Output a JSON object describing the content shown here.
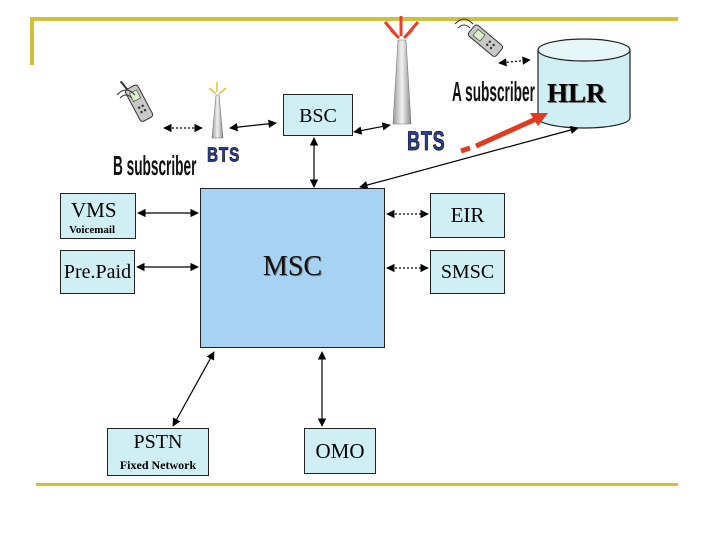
{
  "nodes": {
    "bsc": "BSC",
    "vms": "VMS",
    "vms_sub": "Voicemail",
    "prepaid": "Pre.Paid",
    "msc": "MSC",
    "eir": "EIR",
    "smsc": "SMSC",
    "pstn": "PSTN",
    "pstn_sub": "Fixed Network",
    "omo": "OMO",
    "hlr": "HLR"
  },
  "labels": {
    "a_subscriber": "A subscriber",
    "b_subscriber": "B subscriber",
    "bts_left": "BTS",
    "bts_right": "BTS"
  },
  "icons": {
    "phone": "mobile-phone-icon",
    "tower": "antenna-tower-icon",
    "database": "database-cylinder-icon"
  },
  "colors": {
    "frame": "#cfc13a",
    "box_fill": "#cfeff4",
    "msc_fill": "#a6d3f4",
    "bts_text": "#2a3d9a",
    "hlr_arrow": "#e23a1e",
    "signal": "#e8402a"
  }
}
